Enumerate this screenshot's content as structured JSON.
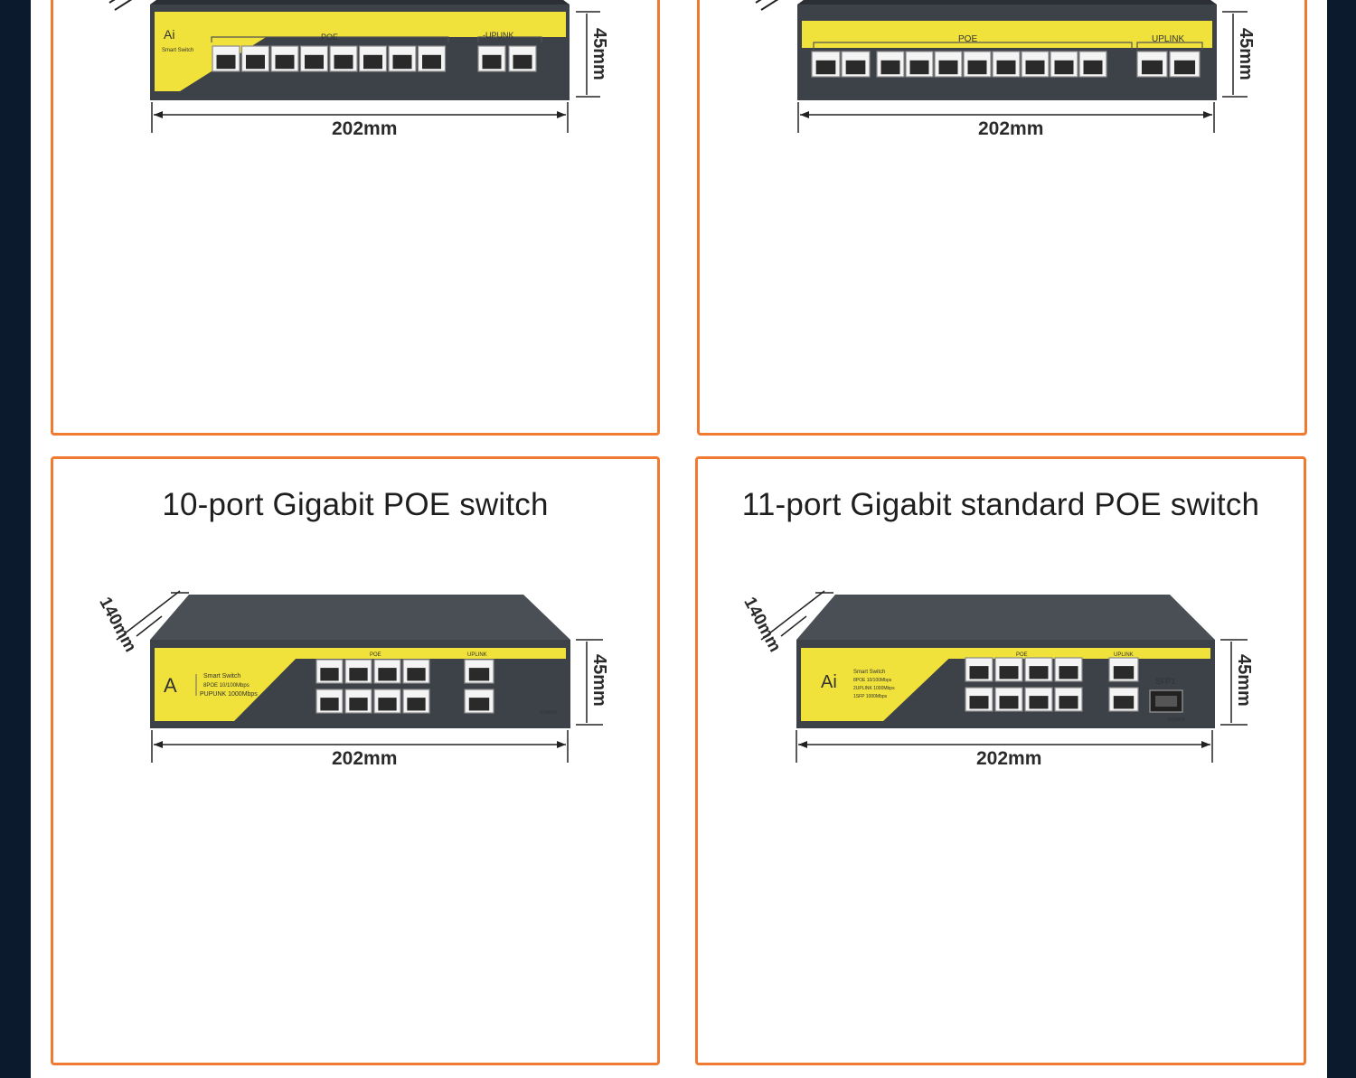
{
  "colors": {
    "frame": "#0b1a2c",
    "border": "#f07a30",
    "panel_yellow": "#f0e23a",
    "body_dark": "#3d4148"
  },
  "cards": [
    {
      "title": "",
      "width_label": "202mm",
      "height_label": "45mm",
      "brand": "Ai",
      "group_a": "POE",
      "group_b": "-UPUNK",
      "model_text": "Smart Switch"
    },
    {
      "title": "",
      "width_label": "202mm",
      "height_label": "45mm",
      "group_a": "POE",
      "group_b": "UPLINK"
    },
    {
      "title": "10-port Gigabit POE switch",
      "width_label": "202mm",
      "height_label": "45mm",
      "depth_label": "140mm",
      "brand": "A",
      "model_line1": "Smart Switch",
      "model_line2": "8POE 10/100Mbps",
      "model_line3": "PUPUNK 1000Mbps",
      "group_a": "POE",
      "group_b": "UPLINK",
      "power_text": "POWER"
    },
    {
      "title": "11-port Gigabit standard POE switch",
      "width_label": "202mm",
      "height_label": "45mm",
      "depth_label": "140mm",
      "brand": "Ai",
      "model_line1": "Smart Switch",
      "model_line2": "8POE 10/100Mbps",
      "model_line3": "2UPLINK 1000Mbps",
      "model_line4": "1SFP 1000Mbps",
      "group_a": "POE",
      "group_b": "UPLINK",
      "sfp_label": "SFP1",
      "power_text": "POWER"
    }
  ]
}
